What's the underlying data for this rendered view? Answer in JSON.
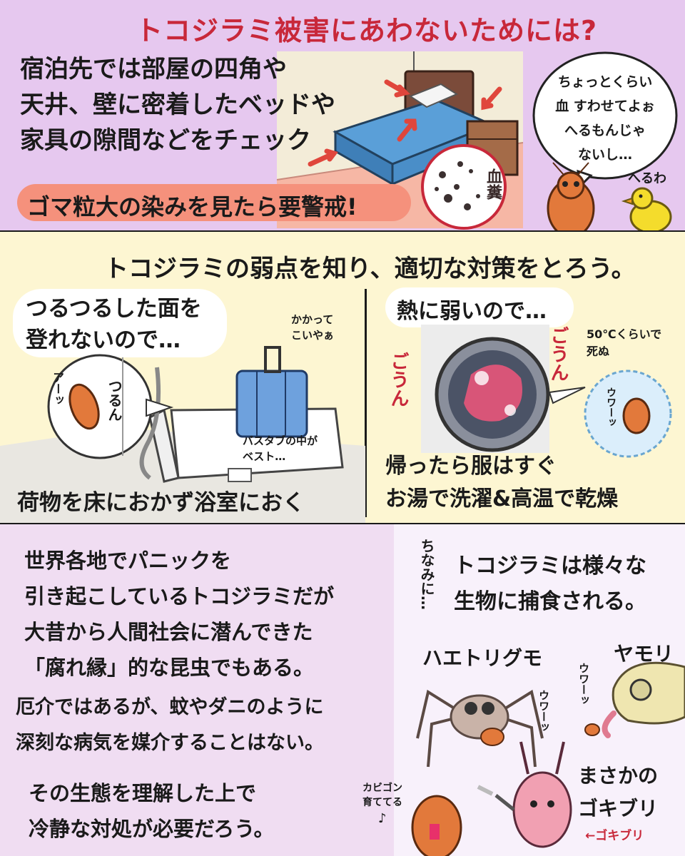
{
  "section1": {
    "title": "トコジラミ被害にあわないためには?",
    "check_lines": [
      "宿泊先では部屋の四角や",
      "天井、壁に密着したベッドや",
      "家具の隙間などをチェック"
    ],
    "warning": "ゴマ粒大の染みを見たら要警戒!",
    "feces_label": "血糞",
    "bug_bubble_lines": [
      "ちょっとくらい",
      "血 すわせてよぉ",
      "へるもんじゃ",
      "ないし…"
    ],
    "duck_reply": "へるわ"
  },
  "section2": {
    "heading": "トコジラミの弱点を知り、適切な対策をとろう。",
    "left": {
      "bubble_lines": [
        "つるつるした面を",
        "登れないので…"
      ],
      "slip_sfx": "アーッ",
      "slide_sfx": "つるん",
      "suitcase_voice_lines": [
        "かかって",
        "こいやぁ"
      ],
      "bathtub_note_lines": [
        "バスタブの中が",
        "ベスト…"
      ],
      "caption": "荷物を床におかず浴室におく"
    },
    "right": {
      "bubble": "熱に弱いので…",
      "sfx_left": "ごうん",
      "sfx_right": "ごうん",
      "temp_note_lines": [
        "50℃くらいで",
        "死ぬ"
      ],
      "scream_sfx": "ウワーッ",
      "caption_lines": [
        "帰ったら服はすぐ",
        "お湯で洗濯&高温で乾燥"
      ]
    }
  },
  "section3": {
    "left_paragraphs": [
      [
        "世界各地でパニックを",
        "引き起こしているトコジラミだが",
        "大昔から人間社会に潜んできた",
        "「腐れ縁」的な昆虫でもある。"
      ],
      [
        "厄介ではあるが、蚊やダニのように",
        "深刻な病気を媒介することはない。"
      ],
      [
        "その生態を理解した上で",
        "冷静な対処が必要だろう。"
      ]
    ],
    "aside": "ちなみに…",
    "predator_lines": [
      "トコジラミは様々な",
      "生物に捕食される。"
    ],
    "spider_label": "ハエトリグモ",
    "gecko_label": "ヤモリ",
    "scream_spider": "ウワーッ",
    "scream_gecko": "ウワーッ",
    "roach_label_lines": [
      "まさかの",
      "ゴキブリ"
    ],
    "roach_arrow_label": "←ゴキブリ",
    "bug_note_lines": [
      "カビゴン",
      "育ててる"
    ],
    "music_note": "♪"
  },
  "colors": {
    "section1_bg": "#e6c8ef",
    "section2_bg": "#fdf6d2",
    "section3_bg": "#f0ddf2",
    "title_red": "#c8283a",
    "warning_pill": "#f5917c",
    "arrow_red": "#e0463c"
  }
}
